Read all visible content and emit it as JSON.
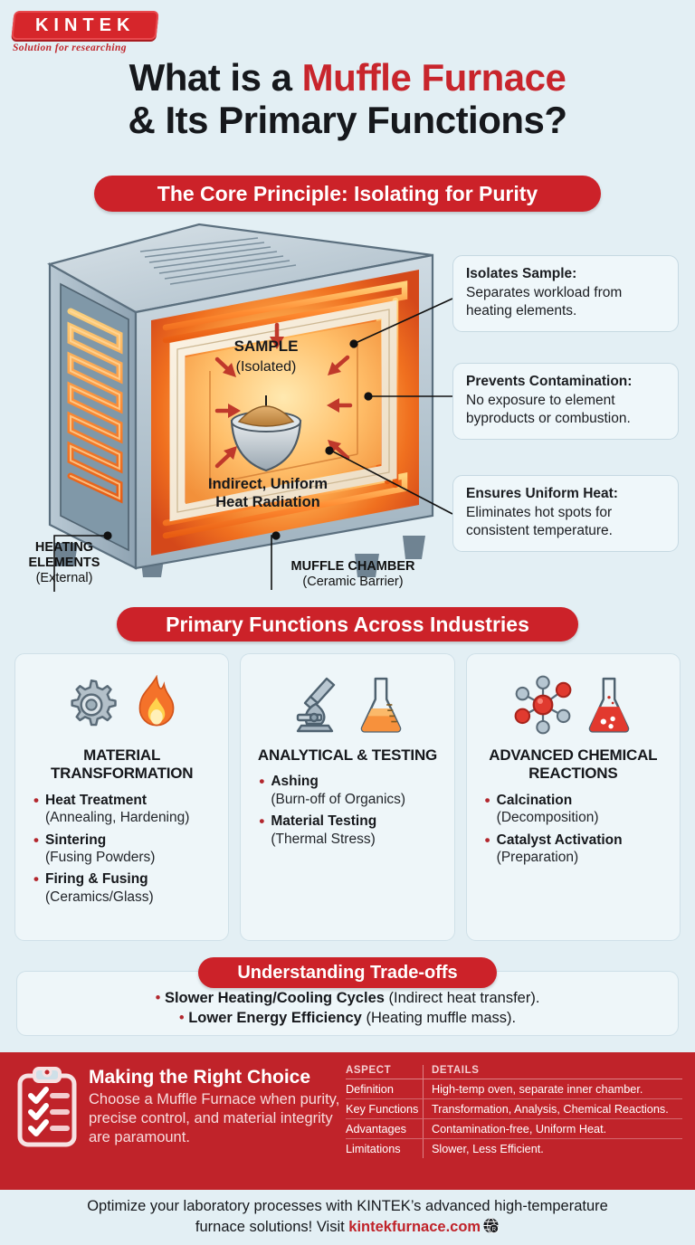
{
  "brand": {
    "logo_text": "KINTEK",
    "tagline": "Solution for researching"
  },
  "header": {
    "title_line1_plain": "What is a ",
    "title_line1_highlight": "Muffle Furnace",
    "title_line2": "& Its Primary Functions?",
    "core_principle_banner": "The Core Principle: Isolating for Purity"
  },
  "diagram": {
    "chamber_label_main": "SAMPLE",
    "chamber_label_sub": "(Isolated)",
    "radiation_line1": "Indirect, Uniform",
    "radiation_line2": "Heat Radiation",
    "heating_label_line1": "HEATING",
    "heating_label_line2": "ELEMENTS",
    "heating_label_sub": "(External)",
    "muffle_label": "MUFFLE CHAMBER",
    "muffle_label_sub": "(Ceramic Barrier)",
    "callouts": [
      {
        "title": "Isolates Sample:",
        "body": "Separates workload from heating elements."
      },
      {
        "title": "Prevents Contamination:",
        "body": "No exposure to element byproducts or combustion."
      },
      {
        "title": "Ensures Uniform Heat:",
        "body": "Eliminates hot spots for consistent temperature."
      }
    ]
  },
  "functions": {
    "banner": "Primary Functions Across Industries",
    "cards": [
      {
        "icons": [
          "gear-icon",
          "flame-icon"
        ],
        "title": "MATERIAL TRANSFORMATION",
        "items": [
          {
            "bold": "Heat Treatment",
            "sub": "(Annealing, Hardening)"
          },
          {
            "bold": "Sintering",
            "sub": "(Fusing Powders)"
          },
          {
            "bold": "Firing & Fusing",
            "sub": "(Ceramics/Glass)"
          }
        ]
      },
      {
        "icons": [
          "microscope-icon",
          "flask-orange-icon"
        ],
        "title": "ANALYTICAL & TESTING",
        "items": [
          {
            "bold": "Ashing",
            "sub": "(Burn-off of Organics)"
          },
          {
            "bold": "Material Testing",
            "sub": "(Thermal Stress)"
          }
        ]
      },
      {
        "icons": [
          "molecule-icon",
          "flask-red-icon"
        ],
        "title": "ADVANCED CHEMICAL REACTIONS",
        "items": [
          {
            "bold": "Calcination",
            "sub": "(Decomposition)"
          },
          {
            "bold": "Catalyst Activation",
            "sub": "(Preparation)"
          }
        ]
      }
    ]
  },
  "tradeoffs": {
    "banner": "Understanding Trade-offs",
    "items": [
      {
        "bold": "Slower Heating/Cooling Cycles",
        "rest": "(Indirect heat transfer)."
      },
      {
        "bold": "Lower Energy Efficiency",
        "rest": "(Heating muffle mass)."
      }
    ]
  },
  "footer": {
    "icon": "clipboard-checklist-icon",
    "heading": "Making the Right Choice",
    "body": "Choose a Muffle Furnace when purity, precise control, and material integrity are paramount.",
    "table": {
      "headers": [
        "ASPECT",
        "DETAILS"
      ],
      "rows": [
        [
          "Definition",
          "High-temp oven, separate inner chamber."
        ],
        [
          "Key Functions",
          "Transformation, Analysis, Chemical Reactions."
        ],
        [
          "Advantages",
          "Contamination-free, Uniform Heat."
        ],
        [
          "Limitations",
          "Slower, Less Efficient."
        ]
      ]
    }
  },
  "cta": {
    "line1": "Optimize your laboratory processes with KINTEK’s advanced high-temperature",
    "line2_prefix": "furnace solutions! Visit ",
    "site": "kintekfurnace.com"
  },
  "colors": {
    "background": "#e3eff4",
    "brand_red": "#cc2229",
    "footer_red": "#c0232a",
    "bullet_red": "#b3272e",
    "card_bg": "#eef6f9",
    "card_border": "#cfe0e8"
  }
}
